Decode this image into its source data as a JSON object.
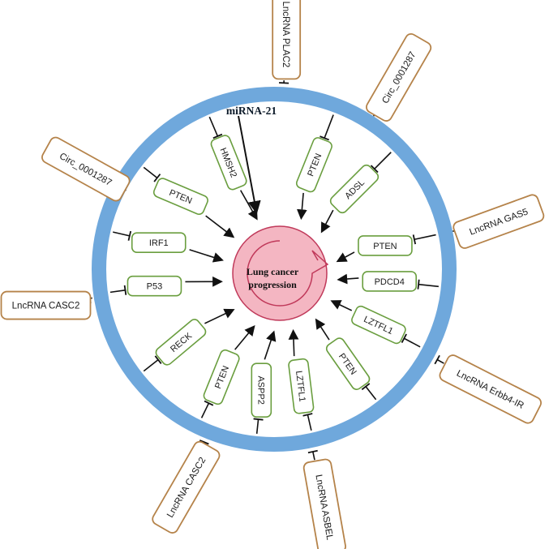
{
  "ring": {
    "label": "miRNA-21",
    "color": "#6fa8dc"
  },
  "center": {
    "line1": "Lung cancer",
    "line2": "progression",
    "fill": "#f4b6c2",
    "stroke": "#c0395a"
  },
  "colors": {
    "outer_box": "#b5834a",
    "inner_box": "#6a9e3f",
    "line": "#111111"
  },
  "outer_regulators": [
    {
      "id": "plac2",
      "label": "LncRNA PLAC2"
    },
    {
      "id": "circ-a",
      "label": "Circ_0001287"
    },
    {
      "id": "gas5",
      "label": "LncRNA GAS5"
    },
    {
      "id": "erbb4",
      "label": "LncRNA Erbb4-IR"
    },
    {
      "id": "asbel",
      "label": "LncRNA ASBEL"
    },
    {
      "id": "casc2-b",
      "label": "LncRNA CASC2"
    },
    {
      "id": "casc2-a",
      "label": "LncRNA CASC2"
    },
    {
      "id": "circ-b",
      "label": "Circ_0001287"
    }
  ],
  "targets": [
    {
      "id": "pten-1",
      "label": "PTEN"
    },
    {
      "id": "adsl",
      "label": "ADSL"
    },
    {
      "id": "pten-2",
      "label": "PTEN"
    },
    {
      "id": "pdcd4",
      "label": "PDCD4"
    },
    {
      "id": "lztfl1-1",
      "label": "LZTFL1"
    },
    {
      "id": "pten-3",
      "label": "PTEN"
    },
    {
      "id": "lztfl1-2",
      "label": "LZTFL1"
    },
    {
      "id": "aspp2",
      "label": "ASPP2"
    },
    {
      "id": "pten-4",
      "label": "PTEN"
    },
    {
      "id": "reck",
      "label": "RECK"
    },
    {
      "id": "p53",
      "label": "P53"
    },
    {
      "id": "irf1",
      "label": "IRF1"
    },
    {
      "id": "pten-5",
      "label": "PTEN"
    },
    {
      "id": "hmsh2",
      "label": "HMSH2"
    }
  ]
}
